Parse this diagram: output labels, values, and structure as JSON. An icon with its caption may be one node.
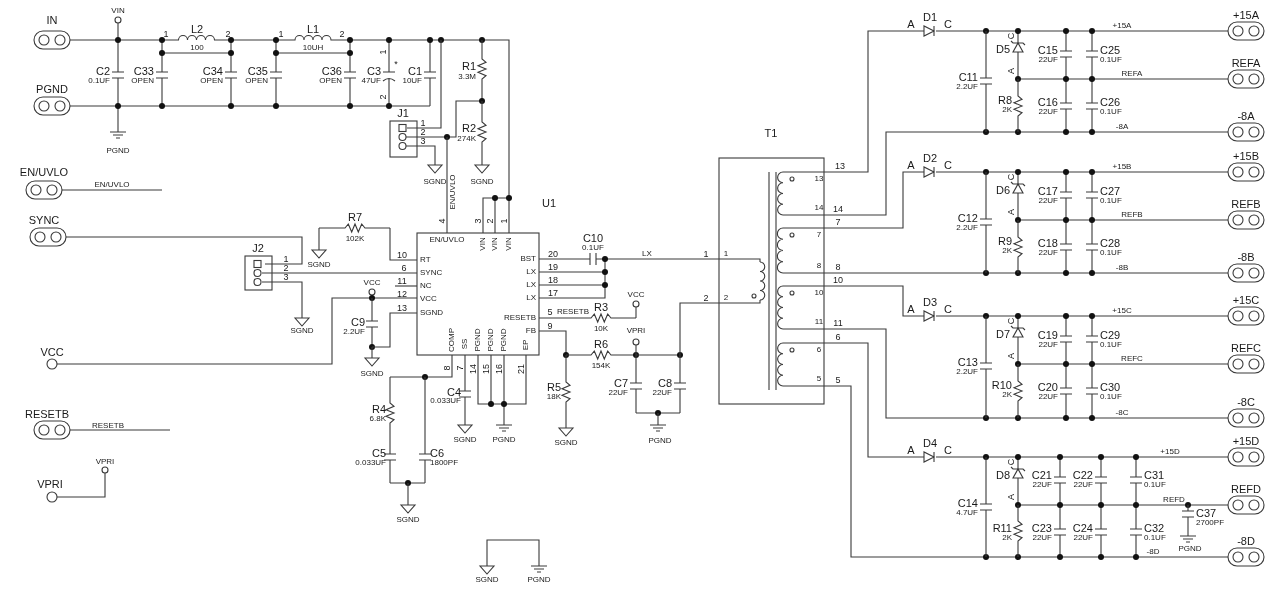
{
  "diagram": {
    "labels": [
      "VIN",
      "IN",
      "L2",
      "1",
      "2",
      "100",
      "L1",
      "1",
      "2",
      "10UH",
      "1",
      "*",
      "C2",
      "0.1UF",
      "C33",
      "OPEN",
      "C34",
      "OPEN",
      "C35",
      "OPEN",
      "C36",
      "OPEN",
      "C3",
      "47UF",
      "C1",
      "10UF",
      "R1",
      "3.3M",
      "2",
      "PGND",
      "J1",
      "1",
      "R2",
      "2",
      "3",
      "274K",
      "T1",
      "PGND",
      "SGND",
      "SGND",
      "EN/UVLO",
      "EN/UVLO",
      "EN/UVLO",
      "U1",
      "SYNC",
      "R7",
      "4",
      "3",
      "2",
      "1",
      "EN/UVLO",
      "VIN",
      "VIN",
      "VIN",
      "C10",
      "102K",
      "0.1UF",
      "J2",
      "10",
      "20",
      "LX",
      "1",
      "1",
      "1",
      "RT",
      "BST",
      "2",
      "SGND",
      "6",
      "SYNC",
      "LX",
      "19",
      "3",
      "11",
      "NC",
      "LX",
      "18",
      "VCC",
      "12",
      "VCC",
      "LX",
      "17",
      "VCC",
      "2",
      "2",
      "13",
      "SGND",
      "RESETB",
      "5",
      "RESETB",
      "R3",
      "C9",
      "SGND",
      "2.2UF",
      "FB",
      "9",
      "10K",
      "VPRI",
      "COMP",
      "SS",
      "PGND",
      "PGND",
      "PGND",
      "EP",
      "R6",
      "VCC",
      "154K",
      "8",
      "7",
      "14",
      "15",
      "16",
      "21",
      "SGND",
      "C7",
      "22UF",
      "C8",
      "22UF",
      "R5",
      "18K",
      "C4",
      "0.033UF",
      "R4",
      "6.8K",
      "RESETB",
      "RESETB",
      "SGND",
      "PGND",
      "SGND",
      "PGND",
      "C5",
      "C6",
      "VPRI",
      "0.033UF",
      "1800PF",
      "VPRI",
      "SGND",
      "SGND",
      "PGND",
      "13",
      "13",
      "14",
      "14",
      "7",
      "7",
      "8",
      "8",
      "10",
      "10",
      "11",
      "11",
      "6",
      "6",
      "5",
      "5",
      "A",
      "D1",
      "C",
      "+15A",
      "+15A",
      "C",
      "D5",
      "C15",
      "C25",
      "22UF",
      "0.1UF",
      "A",
      "C11",
      "2.2UF",
      "REFA",
      "REFA",
      "R8",
      "C16",
      "C26",
      "2K",
      "22UF",
      "0.1UF",
      "-8A",
      "-8A",
      "A",
      "D2",
      "C",
      "+15B",
      "+15B",
      "C",
      "D6",
      "C17",
      "C27",
      "22UF",
      "0.1UF",
      "A",
      "C12",
      "2.2UF",
      "REFB",
      "REFB",
      "R9",
      "C18",
      "C28",
      "2K",
      "22UF",
      "0.1UF",
      "-8B",
      "-8B",
      "A",
      "D3",
      "C",
      "+15C",
      "+15C",
      "C",
      "D7",
      "C19",
      "C29",
      "22UF",
      "0.1UF",
      "A",
      "C13",
      "2.2UF",
      "REFC",
      "REFC",
      "R10",
      "C20",
      "C30",
      "2K",
      "22UF",
      "0.1UF",
      "-8C",
      "-8C",
      "A",
      "D4",
      "C",
      "+15D",
      "+15D",
      "C",
      "D8",
      "C21",
      "C22",
      "C31",
      "22UF",
      "22UF",
      "0.1UF",
      "A",
      "C14",
      "4.7UF",
      "REFD",
      "REFD",
      "C37",
      "2700PF",
      "R11",
      "C23",
      "C24",
      "C32",
      "2K",
      "22UF",
      "22UF",
      "0.1UF",
      "-8D",
      "PGND",
      "-8D"
    ]
  }
}
